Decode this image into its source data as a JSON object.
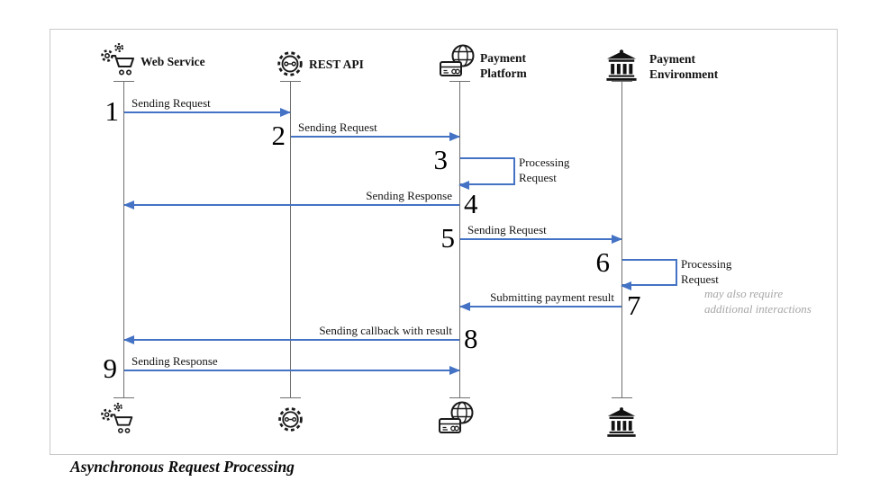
{
  "diagram": {
    "caption": "Asynchronous Request Processing",
    "note": "may also require additional interactions",
    "actors": [
      {
        "name": "Web Service",
        "icon": "cart-gears-icon"
      },
      {
        "name": "REST API",
        "icon": "api-gear-icon"
      },
      {
        "name": "Payment Platform",
        "icon": "card-globe-icon"
      },
      {
        "name": "Payment Environment",
        "icon": "bank-icon"
      }
    ],
    "messages": [
      {
        "step": "1",
        "label": "Sending Request",
        "from": "Web Service",
        "to": "REST API"
      },
      {
        "step": "2",
        "label": "Sending Request",
        "from": "REST API",
        "to": "Payment Platform"
      },
      {
        "step": "3",
        "label": "Processing Request",
        "from": "Payment Platform",
        "to": "Payment Platform",
        "type": "self"
      },
      {
        "step": "4",
        "label": "Sending Response",
        "from": "Payment Platform",
        "to": "Web Service"
      },
      {
        "step": "5",
        "label": "Sending Request",
        "from": "Payment Platform",
        "to": "Payment Environment"
      },
      {
        "step": "6",
        "label": "Processing Request",
        "from": "Payment Environment",
        "to": "Payment Environment",
        "type": "self"
      },
      {
        "step": "7",
        "label": "Submitting payment result",
        "from": "Payment Environment",
        "to": "Payment Platform"
      },
      {
        "step": "8",
        "label": "Sending callback with result",
        "from": "Payment Platform",
        "to": "Web Service"
      },
      {
        "step": "9",
        "label": "Sending Response",
        "from": "Web Service",
        "to": "Payment Platform"
      }
    ],
    "colors": {
      "arrow": "#4472C4",
      "lifeline": "#6f6f6f",
      "note_text": "#a6a6a6",
      "frame_border": "#c9c9c9"
    }
  }
}
